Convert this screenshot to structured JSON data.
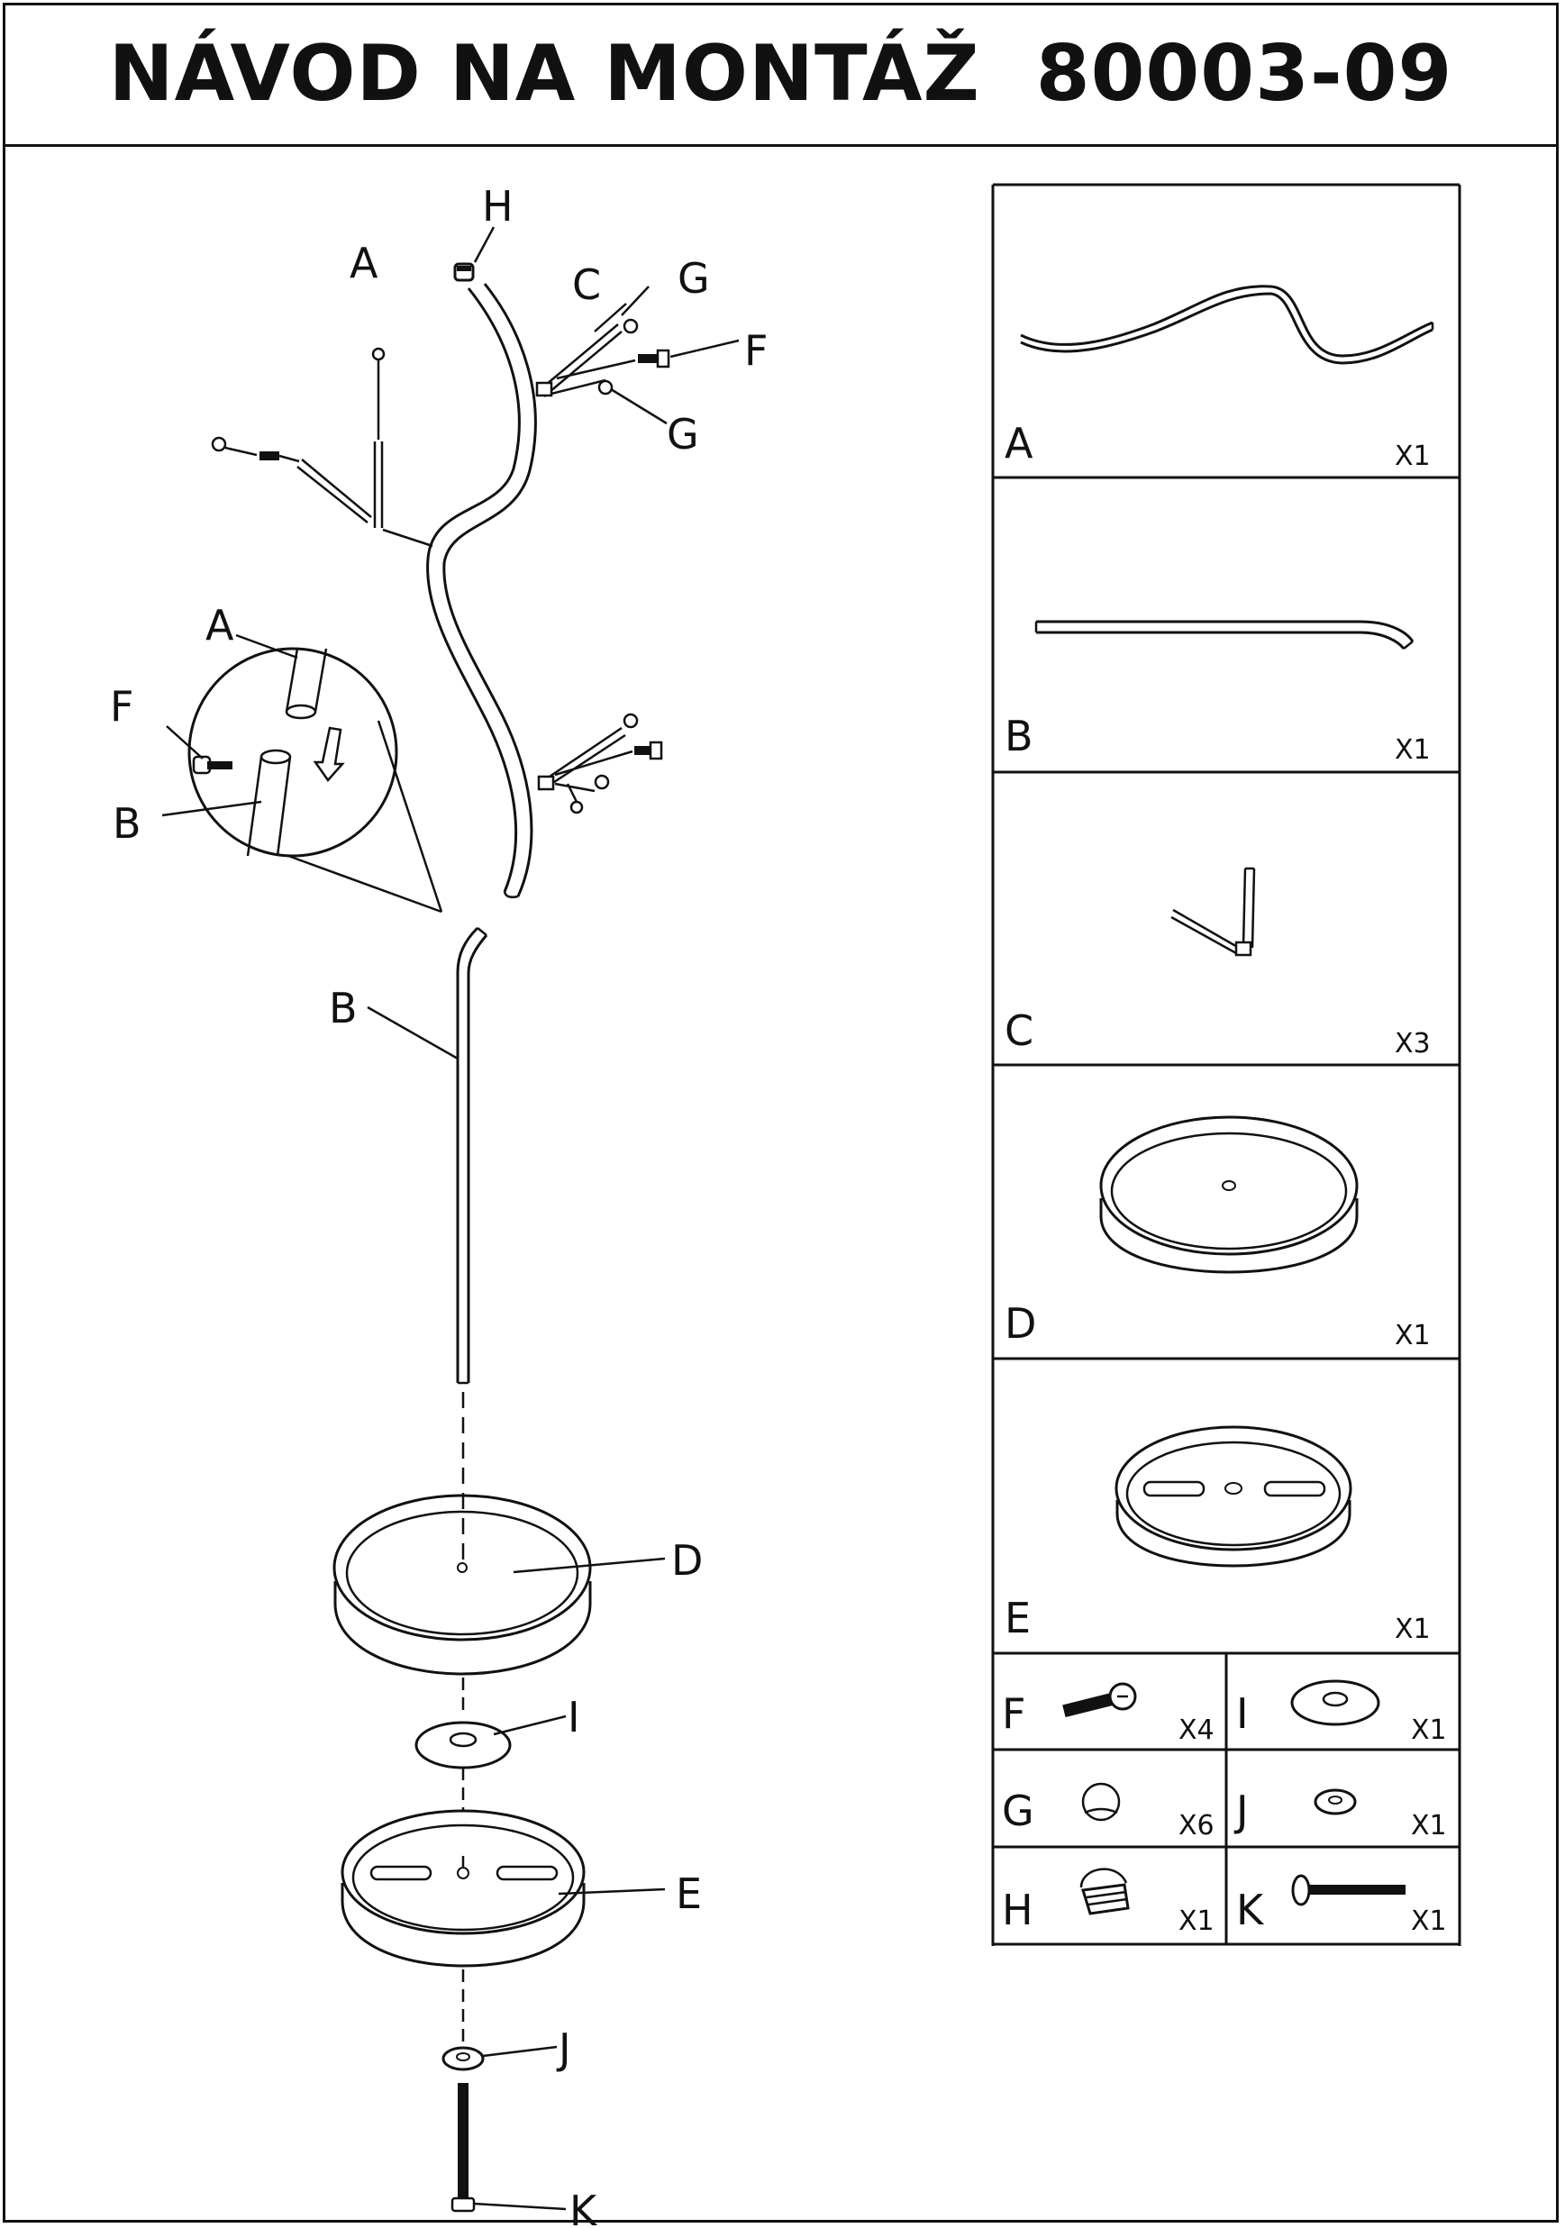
{
  "header": {
    "title": "NÁVOD NA MONTÁŽ  80003-09"
  },
  "assembly": {
    "labels": {
      "A": "A",
      "B": "B",
      "C": "C",
      "D": "D",
      "E": "E",
      "F": "F",
      "G": "G",
      "H": "H",
      "I": "I",
      "J": "J",
      "K": "K"
    },
    "detail_labels": {
      "A": "A",
      "F": "F",
      "B": "B"
    }
  },
  "parts": [
    {
      "letter": "A",
      "qty": "X1",
      "icon": "curved-hanger-arm"
    },
    {
      "letter": "B",
      "qty": "X1",
      "icon": "pole-tube"
    },
    {
      "letter": "C",
      "qty": "X3",
      "icon": "l-shaped-hook"
    },
    {
      "letter": "D",
      "qty": "X1",
      "icon": "upper-base-disc"
    },
    {
      "letter": "E",
      "qty": "X1",
      "icon": "lower-base-disc"
    }
  ],
  "hardware": [
    {
      "letter": "F",
      "qty": "X4",
      "icon": "screw"
    },
    {
      "letter": "I",
      "qty": "X1",
      "icon": "large-washer"
    },
    {
      "letter": "G",
      "qty": "X6",
      "icon": "ball-cap"
    },
    {
      "letter": "J",
      "qty": "X1",
      "icon": "small-washer"
    },
    {
      "letter": "H",
      "qty": "X1",
      "icon": "threaded-end-cap"
    },
    {
      "letter": "K",
      "qty": "X1",
      "icon": "long-bolt"
    }
  ],
  "colors": {
    "ink": "#111111",
    "paper": "#ffffff"
  }
}
